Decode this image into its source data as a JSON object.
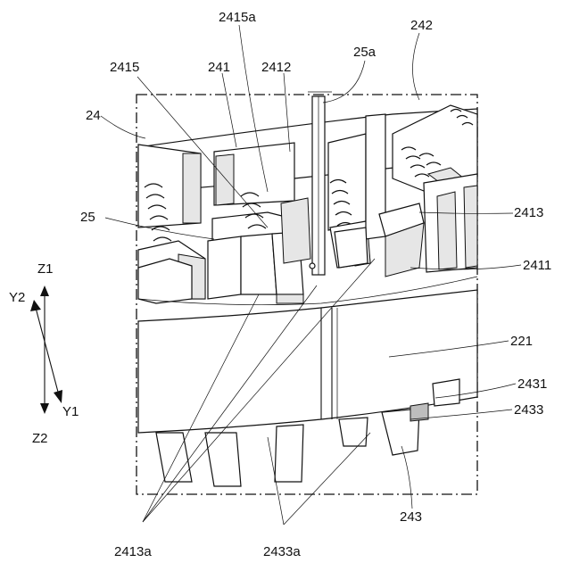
{
  "labels": {
    "l2415a": "2415a",
    "l242": "242",
    "l2415": "2415",
    "l241": "241",
    "l2412": "2412",
    "l25a": "25a",
    "l24": "24",
    "l25": "25",
    "l2413": "2413",
    "l2411": "2411",
    "l221": "221",
    "l2431": "2431",
    "l2433": "2433",
    "l243": "243",
    "l2413a": "2413a",
    "l2433a": "2433a"
  },
  "axes": {
    "z1": "Z1",
    "z2": "Z2",
    "y1": "Y1",
    "y2": "Y2"
  }
}
